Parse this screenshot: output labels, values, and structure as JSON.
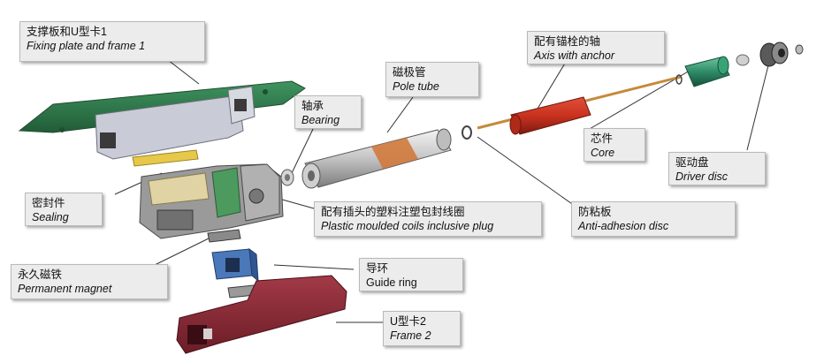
{
  "labels": {
    "fixing_plate": {
      "zh": "支撑板和U型卡1",
      "en": "Fixing plate and frame 1"
    },
    "bearing": {
      "zh": "轴承",
      "en": "Bearing"
    },
    "pole_tube": {
      "zh": "磁极管",
      "en": "Pole tube"
    },
    "axis": {
      "zh": "配有锚栓的轴",
      "en": "Axis with anchor"
    },
    "core": {
      "zh": "芯件",
      "en": "Core"
    },
    "driver_disc": {
      "zh": "驱动盘",
      "en": "Driver disc"
    },
    "sealing": {
      "zh": "密封件",
      "en": "Sealing"
    },
    "plastic_coils": {
      "zh": "配有插头的塑料注塑包封线圈",
      "en": "Plastic moulded coils inclusive plug"
    },
    "anti_adhesion": {
      "zh": "防粘板",
      "en": "Anti-adhesion disc"
    },
    "permanent_magnet": {
      "zh": "永久磁铁",
      "en": "Permanent magnet"
    },
    "guide_ring": {
      "zh": "导环",
      "en": "Guide ring"
    },
    "frame2": {
      "zh": "U型卡2",
      "en": "Frame 2"
    }
  },
  "colors": {
    "callout_bg": "#ececec",
    "plate_green": "#2f7a4b",
    "frame_red": "#8b2a35",
    "axis_red": "#c8321e",
    "core_green": "#2e8a66",
    "coil_orange": "#d17a3d",
    "housing_gray": "#9a9a9a",
    "magnet_blue": "#4a78b8",
    "sealing_yellow": "#e6c84a"
  }
}
